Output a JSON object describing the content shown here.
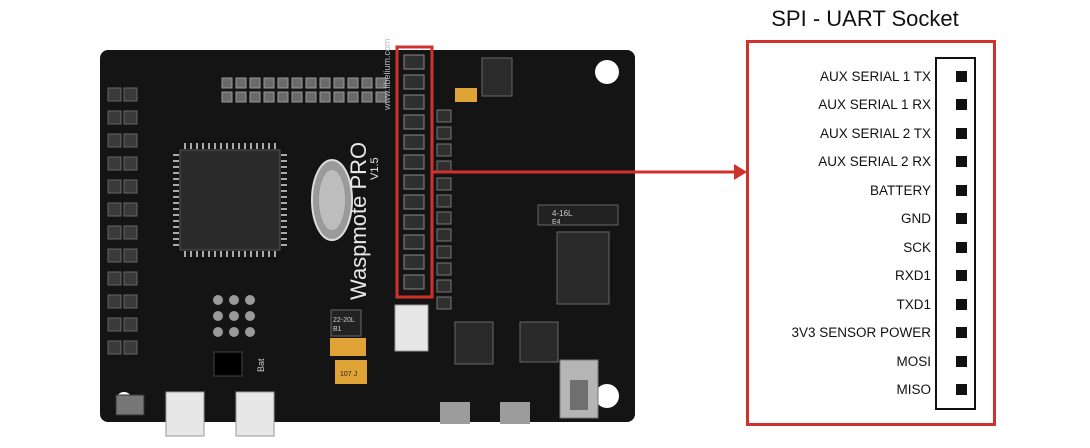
{
  "title": "SPI - UART Socket",
  "board": {
    "name": "Waspmote PRO",
    "version": "V1.5",
    "url": "www.libelium.com",
    "chip_label_1": "22-20L",
    "chip_label_2": "B1",
    "chip_label_3": "4-16L",
    "chip_label_4": "E4",
    "cap_label": "107 J",
    "battery_label": "Bat"
  },
  "pins": [
    {
      "label": "AUX SERIAL 1 TX"
    },
    {
      "label": "AUX SERIAL 1 RX"
    },
    {
      "label": "AUX SERIAL 2 TX"
    },
    {
      "label": "AUX SERIAL 2 RX"
    },
    {
      "label": "BATTERY"
    },
    {
      "label": "GND"
    },
    {
      "label": "SCK"
    },
    {
      "label": "RXD1"
    },
    {
      "label": "TXD1"
    },
    {
      "label": "3V3 SENSOR POWER"
    },
    {
      "label": "MOSI"
    },
    {
      "label": "MISO"
    }
  ],
  "colors": {
    "board": "#111111",
    "highlight": "#d0312d",
    "gold": "#e0a436",
    "text": "#111111"
  }
}
